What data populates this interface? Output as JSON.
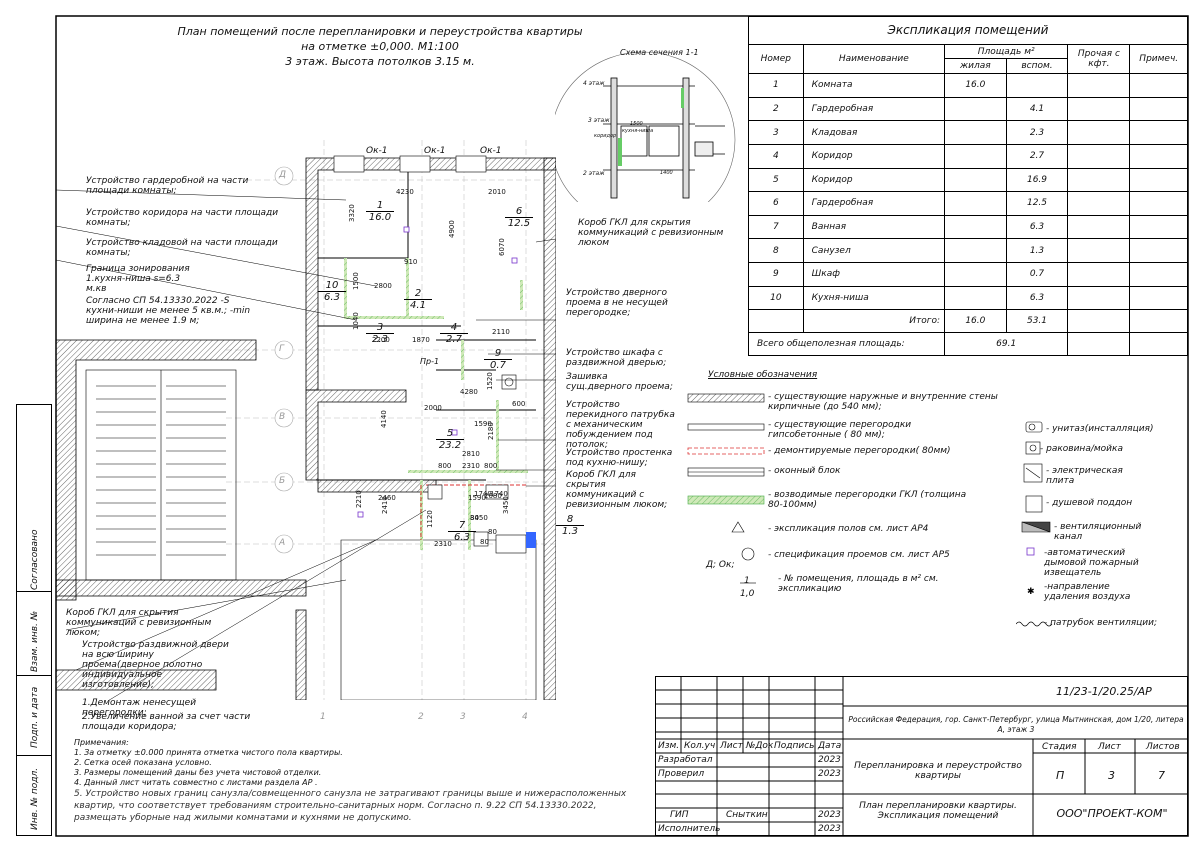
{
  "title": {
    "line1": "План помещений после перепланировки и переустройства квартиры",
    "line2": "на отметке ±0,000. М1:100",
    "line3": "3 этаж. Высота потолков 3.15 м."
  },
  "section_scheme": {
    "title": "Схема сечения 1-1",
    "floor4": "4 этаж",
    "floor3": "3 этаж",
    "floor2": "2 этаж",
    "corridor": "коридор",
    "kitchen": "кухня-ниша",
    "dim1": "1500",
    "dim2": "1400"
  },
  "explication": {
    "title": "Экспликация помещений",
    "col_number": "Номер",
    "col_name": "Наименование",
    "col_area": "Площадь м²",
    "col_living": "жилая",
    "col_aux": "вспом.",
    "col_other": "Прочая с кфт.",
    "col_note": "Примеч.",
    "rows": [
      {
        "num": "1",
        "name": "Комната",
        "living": "16.0",
        "aux": ""
      },
      {
        "num": "2",
        "name": "Гардеробная",
        "living": "",
        "aux": "4.1"
      },
      {
        "num": "3",
        "name": "Кладовая",
        "living": "",
        "aux": "2.3"
      },
      {
        "num": "4",
        "name": "Коридор",
        "living": "",
        "aux": "2.7"
      },
      {
        "num": "5",
        "name": "Коридор",
        "living": "",
        "aux": "16.9"
      },
      {
        "num": "6",
        "name": "Гардеробная",
        "living": "",
        "aux": "12.5"
      },
      {
        "num": "7",
        "name": "Ванная",
        "living": "",
        "aux": "6.3"
      },
      {
        "num": "8",
        "name": "Санузел",
        "living": "",
        "aux": "1.3"
      },
      {
        "num": "9",
        "name": "Шкаф",
        "living": "",
        "aux": "0.7"
      },
      {
        "num": "10",
        "name": "Кухня-ниша",
        "living": "",
        "aux": "6.3"
      }
    ],
    "total_label": "Итого:",
    "total_living": "16.0",
    "total_aux": "53.1",
    "grand_label": "Всего общеполезная площадь:",
    "grand_value": "69.1"
  },
  "legend": {
    "title": "Условные обозначения",
    "items": [
      "- существующие наружные и внутренние стены кирпичные (до 540 мм);",
      "- существующие перегородки гипсобетонные ( 80 мм);",
      "- демонтируемые перегородки( 80мм)",
      "- оконный блок",
      "- возводимые перегородки ГКЛ (толщина 80-100мм)",
      "- экспликация полов см. лист АР4",
      "- спецификация проемов см. лист АР5",
      "- № помещения, площадь в м² см. экспликацию"
    ],
    "mark_do": "Д; Ок;",
    "mark_1": "1",
    "mark_1_0": "1,0",
    "right_items": [
      "- унитаз(инсталляция)",
      "- раковина/мойка",
      "- электрическая плита",
      "- душевой поддон",
      "- вентиляционный канал",
      "-автоматический дымовой пожарный извещатель",
      "-направление удаления воздуха",
      "- патрубок вентиляции;"
    ]
  },
  "plan": {
    "windows": [
      "Ок-1",
      "Ок-1",
      "Ок-1"
    ],
    "axes_letters": [
      "Д",
      "Г",
      "В",
      "Б",
      "А"
    ],
    "axes_numbers": [
      "1",
      "2",
      "3",
      "4"
    ],
    "rooms": [
      {
        "num": "1",
        "area": "16.0"
      },
      {
        "num": "6",
        "area": "12.5"
      },
      {
        "num": "10",
        "area": "6.3"
      },
      {
        "num": "2",
        "area": "4.1"
      },
      {
        "num": "3",
        "area": "2.3"
      },
      {
        "num": "4",
        "area": "2.7"
      },
      {
        "num": "9",
        "area": "0.7"
      },
      {
        "num": "5",
        "area": "23.2"
      },
      {
        "num": "7",
        "area": "6.3"
      },
      {
        "num": "8",
        "area": "1.3"
      },
      {
        "num": "3",
        "area": "2.3"
      },
      {
        "num": "4",
        "area": "2.7"
      },
      {
        "num": "9",
        "area": "0.7"
      },
      {
        "num": "8",
        "area": "1.3"
      }
    ],
    "dims": [
      "4230",
      "2010",
      "3320",
      "4900",
      "6070",
      "910",
      "2800",
      "1870",
      "1500",
      "2200",
      "2110",
      "1040",
      "4280",
      "1520",
      "1590",
      "2000",
      "600",
      "2810",
      "2180",
      "800",
      "2310",
      "800",
      "4140",
      "1740",
      "3450",
      "2460",
      "2210",
      "2410",
      "1590",
      "1120",
      "2310",
      "3450",
      "1740",
      "2080",
      "80",
      "80",
      "80"
    ],
    "pr": "Пр-1",
    "callouts": [
      "Устройство гардеробной на части площади комнаты;",
      "Устройство коридора на части площади комнаты;",
      "Устройство кладовой на части площади комнаты;",
      "Граница зонирования 1.кухня-ниша s=6.3 м.кв",
      "Согласно СП 54.13330.2022 -S кухни-ниши не менее 5 кв.м.; -min ширина не менее 1.9 м;",
      "Короб ГКЛ для скрытия коммуникаций с ревизионным люком",
      "Устройство дверного проема в не несущей перегородке;",
      "Устройство шкафа с раздвижной дверью;",
      "Зашивка сущ.дверного проема;",
      "Устройство перекидного патрубка с механическим побуждением под потолок;",
      "Устройство простенка под кухню-нишу;",
      "Короб ГКЛ для скрытия коммуникаций с ревизионным люком;",
      "Короб ГКЛ для скрытия коммуникаций с ревизионным люком;",
      "Устройство раздвижной двери на всю ширину проема(дверное полотно индивидуальное изготовление);",
      "1.Демонтаж ненесущей перегородки;",
      "2.Увеличение ванной за счет части площади коридора;"
    ]
  },
  "notes": {
    "title": "Примечания:",
    "items": [
      "1. За отметку ±0.000 принята отметка чистого пола квартиры.",
      "2. Сетка осей показана условно.",
      "3. Размеры помещений даны без учета чистовой отделки.",
      "4. Данный лист читать совместно с листами раздела АР ."
    ],
    "note5": "5. Устройство новых границ санузла/совмещенного санузла не затрагивают границы выше и нижерасположенных квартир, что соответствует требованиям строительно-санитарных норм. Согласно п. 9.22 СП 54.13330.2022, размещать уборные над жилыми комнатами и кухнями не допускимо."
  },
  "side_stamp": {
    "agreed": "Согласовано",
    "vzam": "Взам. инв. №",
    "podp": "Подп. и дата",
    "inv": "Инв. № подл."
  },
  "stamp": {
    "code": "11/23-1/20.25/АР",
    "address": "Российская Федерация, гор. Санкт-Петербург, улица Мытнинская, дом 1/20, литера А, этаж 3",
    "h_izm": "Изм.",
    "h_koluch": "Кол.уч",
    "h_list": "Лист",
    "h_ndok": "№Док",
    "h_podpis": "Подпись",
    "h_data": "Дата",
    "razrab": "Разработал",
    "proveril": "Проверил",
    "gip": "ГИП",
    "gip_name": "Сныткин",
    "ispolnitel": "Исполнитель",
    "year": "2023",
    "project": "Перепланировка и переустройство квартиры",
    "sheet_title": "План перепланировки квартиры. Экспликация помещений",
    "stadia_h": "Стадия",
    "list_h": "Лист",
    "listov_h": "Листов",
    "stadia": "П",
    "list": "3",
    "listov": "7",
    "company": "ООО\"ПРОЕКТ-КОМ\""
  }
}
